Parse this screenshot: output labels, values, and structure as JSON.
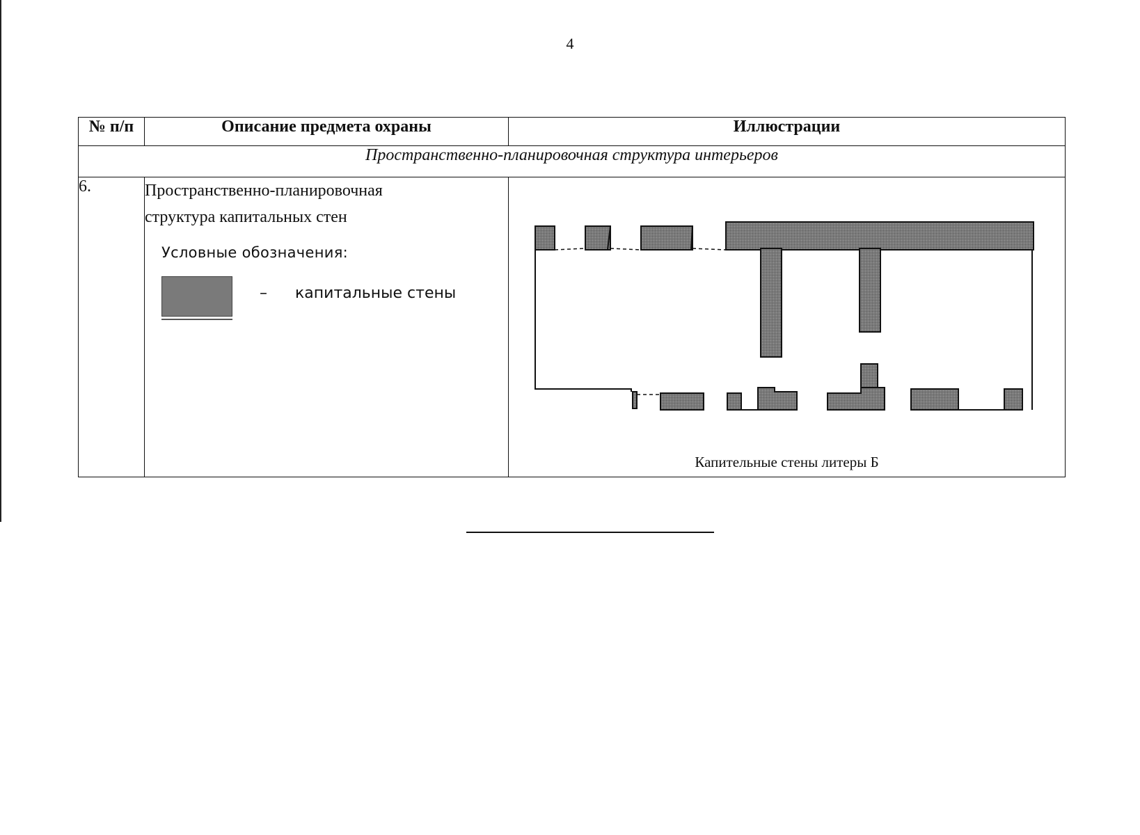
{
  "page_number": "4",
  "table": {
    "headers": {
      "number": "№ п/п",
      "description": "Описание предмета охраны",
      "illustrations": "Иллюстрации"
    },
    "section_title": "Пространственно-планировочная структура интерьеров",
    "row": {
      "number": "6.",
      "description_line1": "Пространственно-планировочная",
      "description_line2": "структура капитальных стен",
      "legend_title": "Условные обозначения:",
      "legend_dash": "–",
      "legend_label": "капитальные стены",
      "caption": "Капительные стены литеры Б"
    }
  },
  "colors": {
    "wall_fill": "#7a7a7a",
    "line": "#111111"
  }
}
